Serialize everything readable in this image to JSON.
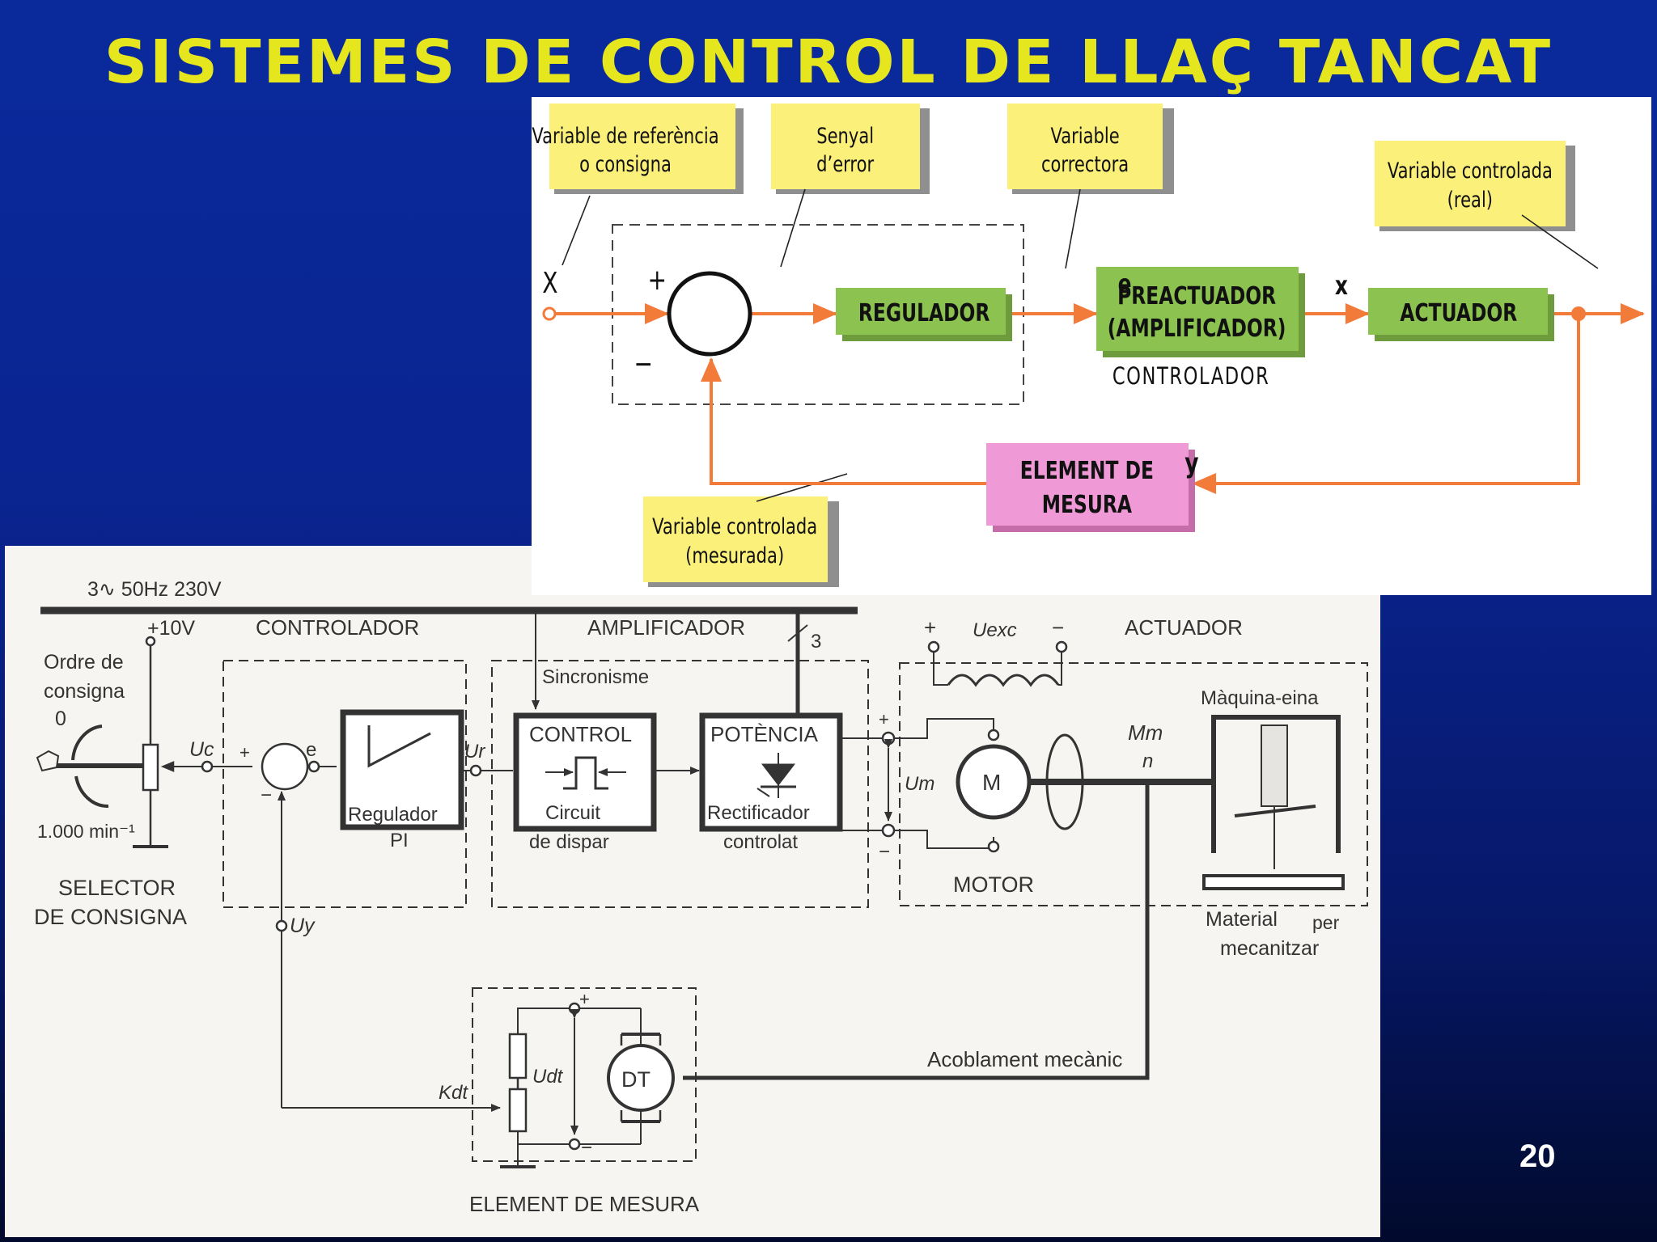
{
  "title": "SISTEMES DE CONTROL DE LLAÇ TANCAT",
  "page_number": "20",
  "block_diagram": {
    "notes": {
      "reference_l1": "Variable de referència",
      "reference_l2": "o consigna",
      "error_l1": "Senyal",
      "error_l2": "d’error",
      "corrective_l1": "Variable",
      "corrective_l2": "correctora",
      "controlled_real_l1": "Variable controlada",
      "controlled_real_l2": "(real)",
      "controlled_measured_l1": "Variable controlada",
      "controlled_measured_l2": "(mesurada)"
    },
    "signals": {
      "X": "X",
      "e": "e",
      "x": "x",
      "Y": "Y",
      "y": "y",
      "plus": "+",
      "minus": "−"
    },
    "blocks": {
      "regulator": "REGULADOR",
      "preactuator_l1": "PREACTUADOR",
      "preactuator_l2": "(AMPLIFICADOR)",
      "actuator": "ACTUADOR",
      "measure_l1": "ELEMENT DE",
      "measure_l2": "MESURA",
      "controller": "CONTROLADOR"
    },
    "colors": {
      "arrow": "#f37b3a",
      "green": "#8cc24f",
      "pink": "#ef9ad6",
      "note": "#fbf07a"
    }
  },
  "schematic": {
    "supply": "3∿ 50Hz 230V",
    "plus10v": "+10V",
    "sections": {
      "controller": "CONTROLADOR",
      "amplifier": "AMPLIFICADOR",
      "actuator": "ACTUADOR",
      "three": "3"
    },
    "selector": {
      "order_l1": "Ordre de",
      "order_l2": "consigna",
      "zero": "0",
      "max": "1.000 min⁻¹",
      "label_l1": "SELECTOR",
      "label_l2": "DE CONSIGNA"
    },
    "signals": {
      "uc": "Uc",
      "e": "e",
      "ur": "Ur",
      "uy": "Uy",
      "um": "Um",
      "uexc": "Uexc",
      "udt": "Udt",
      "kdt": "Kdt",
      "mm": "Mm",
      "n": "n",
      "plus": "+",
      "minus": "−"
    },
    "blocks": {
      "regulator_l1": "Regulador",
      "regulator_l2": "PI",
      "sync": "Sincronisme",
      "control": "CONTROL",
      "trigger_l1": "Circuit",
      "trigger_l2": "de dispar",
      "power": "POTÈNCIA",
      "rectifier_l1": "Rectificador",
      "rectifier_l2": "controlat",
      "motor": "MOTOR",
      "motor_letter": "M",
      "machine": "Màquina-eina",
      "material_l1": "Material",
      "material_per": "per",
      "material_l2": "mecanitzar",
      "dt": "DT",
      "coupling": "Acoblament mecànic",
      "measure": "ELEMENT DE MESURA"
    }
  }
}
